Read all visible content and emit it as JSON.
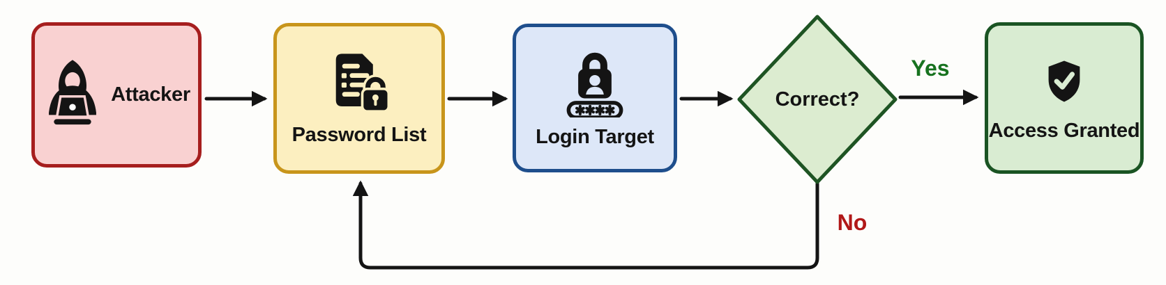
{
  "diagram": {
    "nodes": {
      "attacker": {
        "label": "Attacker",
        "icon": "hacker-laptop-icon"
      },
      "password_list": {
        "label": "Password List",
        "icon": "document-lock-icon"
      },
      "login_target": {
        "label": "Login Target",
        "icon": "lock-user-password-icon"
      },
      "decision": {
        "label": "Correct?"
      },
      "access_granted": {
        "label": "Access Granted",
        "icon": "shield-check-icon"
      }
    },
    "edge_labels": {
      "yes": "Yes",
      "no": "No"
    },
    "edges": [
      {
        "from": "attacker",
        "to": "password_list"
      },
      {
        "from": "password_list",
        "to": "login_target"
      },
      {
        "from": "login_target",
        "to": "decision"
      },
      {
        "from": "decision",
        "to": "access_granted",
        "label": "Yes"
      },
      {
        "from": "decision",
        "to": "password_list",
        "label": "No"
      }
    ]
  },
  "colors": {
    "bg": "#fdfdfb",
    "line": "#141414",
    "text": "#141414",
    "icon": "#141414",
    "attacker-fill": "#f9d1d1",
    "attacker-border": "#a61e1e",
    "password-fill": "#fcefc0",
    "password-border": "#c8951b",
    "login-fill": "#dde7f8",
    "login-border": "#1e4e8c",
    "decision-fill": "#dcecd0",
    "decision-border": "#1e5423",
    "access-fill": "#d9ecd2",
    "access-border": "#1a5423",
    "yes": "#17721f",
    "no": "#b11818"
  }
}
